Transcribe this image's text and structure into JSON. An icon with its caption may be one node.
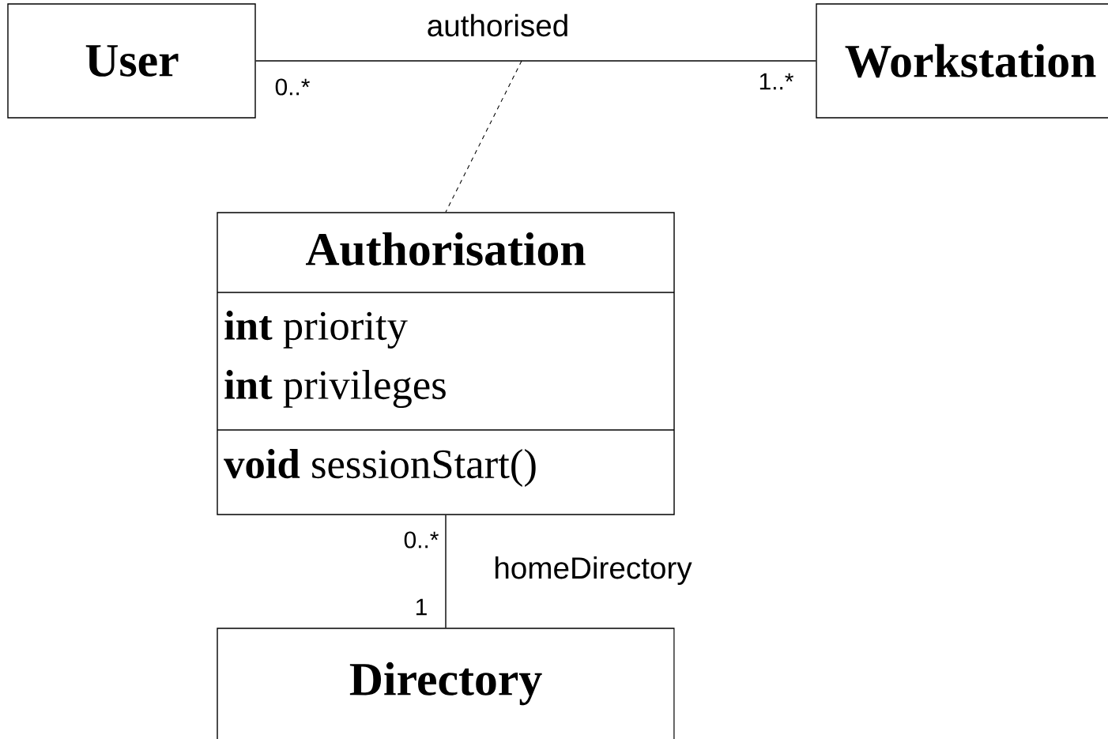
{
  "diagram": {
    "nodes": [
      {
        "text": [
          "User"
        ]
      },
      {
        "text": [
          "Workstation"
        ]
      },
      {
        "text": [
          "Authorisation",
          "**int** priority",
          "**int** privileges",
          "**void** sessionStart()"
        ]
      },
      {
        "text": [
          "Directory"
        ]
      }
    ],
    "edges": [
      {
        "from": 0,
        "to": 1,
        "arrow": "none",
        "label": "authorised"
      },
      {
        "from": null,
        "to": 2,
        "arrow": "none",
        "style": "dashed"
      },
      {
        "from": 2,
        "to": 3,
        "arrow": "none",
        "label": "homeDirectory"
      }
    ],
    "labels": [
      "0..*",
      "1..*",
      "0..*",
      "1"
    ]
  }
}
